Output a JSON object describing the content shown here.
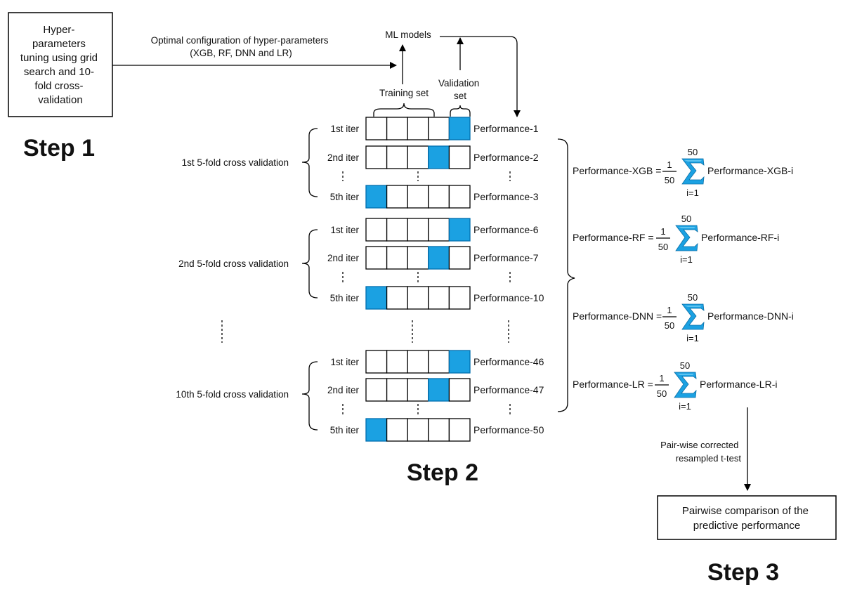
{
  "step1": {
    "box_lines": [
      "Hyper-",
      "parameters",
      "tuning using grid",
      "search and 10-",
      "fold cross-",
      "validation"
    ],
    "label": "Step 1"
  },
  "step2": {
    "label": "Step 2",
    "config_text": [
      "Optimal configuration of hyper-parameters",
      "(XGB, RF, DNN and LR)"
    ],
    "ml_models": "ML models",
    "training_set": "Training set",
    "validation_set": [
      "Validation",
      "set"
    ],
    "cv_groups": [
      {
        "label": "1st 5-fold cross validation",
        "rows": [
          {
            "iter": "1st iter",
            "val_fold": 5,
            "perf": "Performance-1"
          },
          {
            "iter": "2nd iter",
            "val_fold": 4,
            "perf": "Performance-2"
          },
          {
            "iter": "5th iter",
            "val_fold": 1,
            "perf": "Performance-3"
          }
        ]
      },
      {
        "label": "2nd 5-fold cross validation",
        "rows": [
          {
            "iter": "1st iter",
            "val_fold": 5,
            "perf": "Performance-6"
          },
          {
            "iter": "2nd iter",
            "val_fold": 4,
            "perf": "Performance-7"
          },
          {
            "iter": "5th iter",
            "val_fold": 1,
            "perf": "Performance-10"
          }
        ]
      },
      {
        "label": "10th 5-fold cross validation",
        "rows": [
          {
            "iter": "1st iter",
            "val_fold": 5,
            "perf": "Performance-46"
          },
          {
            "iter": "2nd iter",
            "val_fold": 4,
            "perf": "Performance-47"
          },
          {
            "iter": "5th iter",
            "val_fold": 1,
            "perf": "Performance-50"
          }
        ]
      }
    ]
  },
  "step3": {
    "label": "Step 3",
    "formulas": [
      {
        "lhs": "Performance-XGB =",
        "frac_num": "1",
        "frac_den": "50",
        "upper": "50",
        "lower": "i=1",
        "rhs": "Performance-XGB-i"
      },
      {
        "lhs": "Performance-RF =",
        "frac_num": "1",
        "frac_den": "50",
        "upper": "50",
        "lower": "i=1",
        "rhs": "Performance-RF-i"
      },
      {
        "lhs": "Performance-DNN =",
        "frac_num": "1",
        "frac_den": "50",
        "upper": "50",
        "lower": "i=1",
        "rhs": "Performance-DNN-i"
      },
      {
        "lhs": "Performance-LR =",
        "frac_num": "1",
        "frac_den": "50",
        "upper": "50",
        "lower": "i=1",
        "rhs": "Performance-LR-i"
      }
    ],
    "ttest_text": [
      "Pair-wise corrected",
      "resampled t-test"
    ],
    "result_box": [
      "Pairwise comparison of the",
      "predictive performance"
    ]
  },
  "colors": {
    "validation_fold": "#1ba1e2",
    "validation_fold_border": "#006eaf",
    "sigma_icon": "#1ba1e2"
  }
}
